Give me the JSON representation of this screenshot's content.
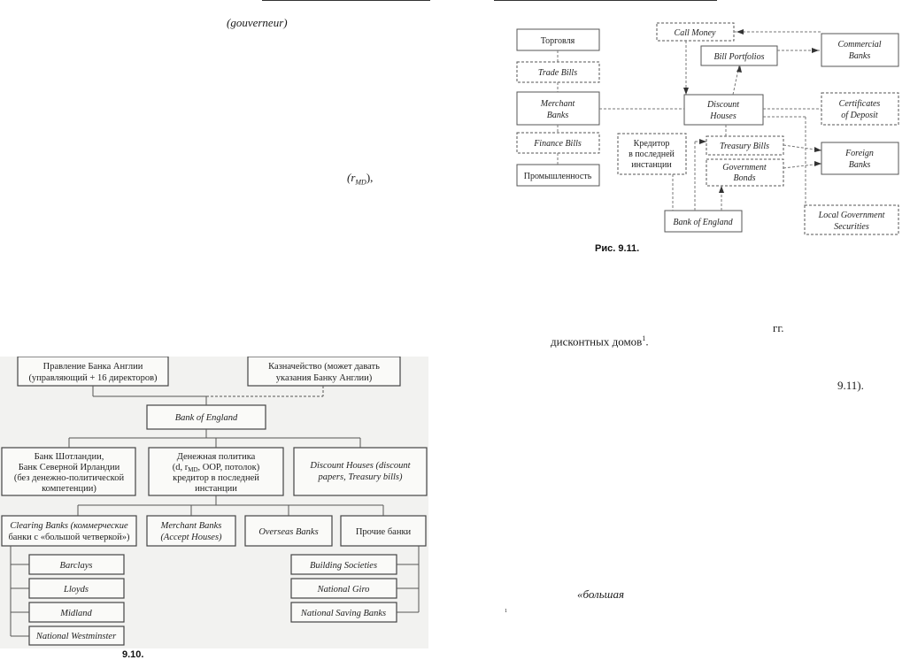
{
  "left_text": {
    "gouverneur": "(gouverneur)",
    "rmd": "(r",
    "rmd_sub": "MD",
    "rmd_close": "),"
  },
  "right_text": {
    "gg": "гг.",
    "discount_houses": "дисконтных домов",
    "footnote_mark": "1",
    "period": ".",
    "ref_911": "9.11).",
    "bolshaya": "«большая",
    "footnote_num": "1"
  },
  "figure_911": {
    "caption": "Рис. 9.11.",
    "boxes": {
      "torgovlya": "Торговля",
      "trade_bills": "Trade Bills",
      "merchant_banks_1": "Merchant",
      "merchant_banks_2": "Banks",
      "finance_bills": "Finance Bills",
      "promyshlennost": "Промышленность",
      "call_money": "Call Money",
      "bill_portfolios": "Bill Portfolios",
      "discount_houses_1": "Discount",
      "discount_houses_2": "Houses",
      "kreditor_1": "Кредитор",
      "kreditor_2": "в последней",
      "kreditor_3": "инстанции",
      "treasury_bills": "Treasury Bills",
      "government_bonds_1": "Government",
      "government_bonds_2": "Bonds",
      "bank_of_england": "Bank of England",
      "commercial_banks_1": "Commercial",
      "commercial_banks_2": "Banks",
      "certificates_1": "Certificates",
      "certificates_2": "of Deposit",
      "foreign_banks_1": "Foreign",
      "foreign_banks_2": "Banks",
      "local_gov_1": "Local Government",
      "local_gov_2": "Securities"
    }
  },
  "figure_910": {
    "caption": "9.10.",
    "boxes": {
      "board_1": "Правление Банка Англии",
      "board_2": "(управляющий + 16 директоров)",
      "treasury_1": "Казначейство (может давать",
      "treasury_2": "указания Банку Англии)",
      "bank_of_england": "Bank of England",
      "scot_1": "Банк Шотландии,",
      "scot_2": "Банк Северной Ирландии",
      "scot_3": "(без денежно-политической",
      "scot_4": "компетенции)",
      "policy_1": "Денежная политика",
      "policy_2": "(d, r",
      "policy_2_sub": "MD",
      "policy_2_rest": ", OOP, потолок)",
      "policy_3": "кредитор в последней",
      "policy_4": "инстанции",
      "disc_1": "Discount Houses (discount",
      "disc_2": "papers, Treasury bills)",
      "clearing_1": "Clearing Banks (коммерческие",
      "clearing_2": "банки с «большой четверкой»)",
      "merchant_1": "Merchant Banks",
      "merchant_2": "(Accept Houses)",
      "overseas": "Overseas Banks",
      "prochie": "Прочие банки",
      "barclays": "Barclays",
      "lloyds": "Lloyds",
      "midland": "Midland",
      "natwest": "National Westminster",
      "building": "Building Societies",
      "giro": "National Giro",
      "saving": "National Saving Banks"
    }
  }
}
